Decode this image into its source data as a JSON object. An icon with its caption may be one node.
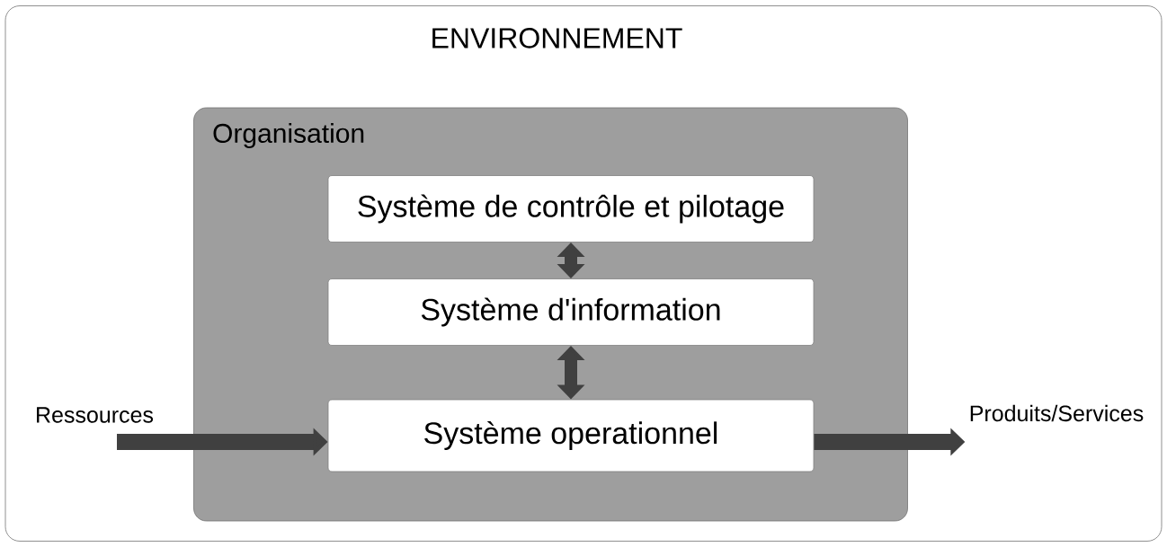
{
  "diagram": {
    "nodes": [
      {
        "text": [
          "ENVIRONNEMENT"
        ]
      },
      {
        "text": [
          "Organisation"
        ],
        "in": 0
      },
      {
        "text": [
          "Système de contrôle et pilotage"
        ],
        "in": 1
      },
      {
        "text": [
          "Système d'information"
        ],
        "in": 1
      },
      {
        "text": [
          "Système operationnel"
        ],
        "in": 1
      },
      {
        "text": [
          "Ressources"
        ],
        "in": 0
      },
      {
        "text": [
          "Produits/Services"
        ],
        "in": 0
      }
    ],
    "edges": [
      {
        "from": 2,
        "to": 3,
        "arrow": "both"
      },
      {
        "from": 3,
        "to": 4,
        "arrow": "both"
      },
      {
        "from": 5,
        "to": 4,
        "arrow": "to"
      },
      {
        "from": 4,
        "to": 6,
        "arrow": "to"
      }
    ]
  }
}
